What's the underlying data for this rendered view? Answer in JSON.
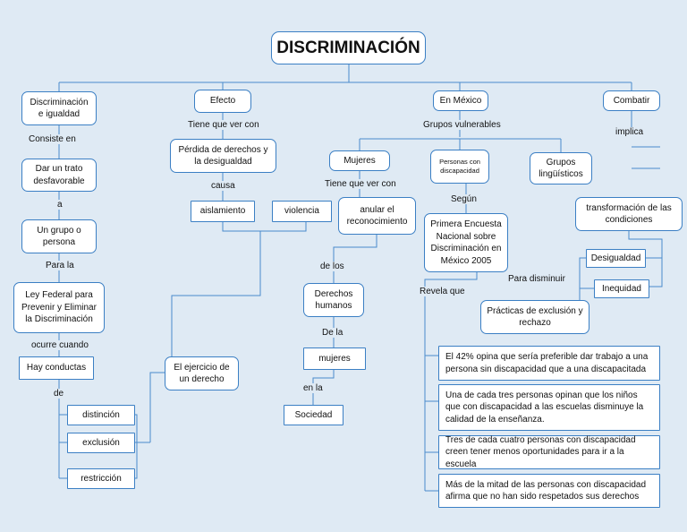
{
  "title": "DISCRIMINACIÓN",
  "branches": {
    "discriminacion_igualdad": "Discriminación e igualdad",
    "efecto": "Efecto",
    "en_mexico": "En México",
    "combatir": "Combatir"
  },
  "nodes": {
    "dar_trato": "Dar un trato desfavorable",
    "grupo_persona": "Un grupo o persona",
    "ley_federal": "Ley Federal para Prevenir y Eliminar la Discriminación",
    "hay_conductas": "Hay conductas",
    "distincion": "distinción",
    "exclusion": "exclusión",
    "restriccion": "restricción",
    "perdida_derechos": "Pérdida de derechos y la desigualdad",
    "aislamiento": "aislamiento",
    "violencia": "violencia",
    "ejercicio_derecho": "El ejercicio de un derecho",
    "mujeres": "Mujeres",
    "anular_reconocimiento": "anular el reconocimiento",
    "derechos_humanos": "Derechos humanos",
    "mujeres2": "mujeres",
    "sociedad": "Sociedad",
    "personas_discapacidad": "Personas con discapacidad",
    "grupos_linguisticos": "Grupos lingüísticos",
    "primera_encuesta": "Primera Encuesta Nacional sobre Discriminación en México 2005",
    "transformacion": "transformación de las condiciones",
    "desigualdad": "Desigualdad",
    "inequidad": "Inequidad",
    "practicas": "Prácticas de exclusión y rechazo",
    "fact1": "El 42% opina que sería preferible dar trabajo a una persona sin discapacidad que a una discapacitada",
    "fact2": "Una de cada tres personas opinan que los niños que con discapacidad a las escuelas disminuye la calidad de la enseñanza.",
    "fact3": "Tres de cada cuatro personas con discapacidad creen tener menos oportunidades para ir a la escuela",
    "fact4": "Más de la mitad de las personas con discapacidad afirma que no han sido respetados sus derechos"
  },
  "links": {
    "consiste_en": "Consiste en",
    "a": "a",
    "para_la": "Para la",
    "ocurre_cuando": "ocurre cuando",
    "de": "de",
    "tiene_que_ver_con": "Tiene que ver con",
    "causa": "causa",
    "grupos_vulnerables": "Grupos vulnerables",
    "tiene_que_ver_con2": "Tiene que ver con",
    "de_los": "de los",
    "de_la": "De la",
    "en_la": "en la",
    "segun": "Según",
    "revela_que": "Revela que",
    "implica": "implica",
    "para_disminuir": "Para disminuir"
  },
  "colors": {
    "background": "#dfeaf4",
    "border": "#3b7fc4",
    "line": "#4a8bcc"
  }
}
